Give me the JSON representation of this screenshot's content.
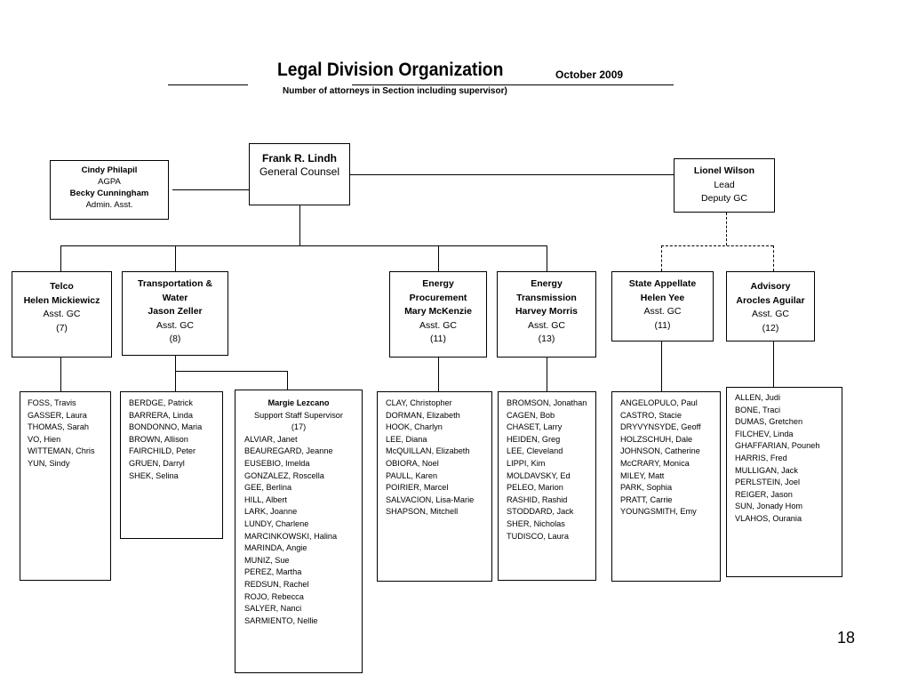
{
  "header": {
    "title": "Legal Division Organization",
    "date": "October 2009",
    "subtitle": "Number of attorneys in Section including supervisor)"
  },
  "top": {
    "general_counsel": {
      "name": "Frank R. Lindh",
      "role": "General Counsel"
    },
    "admin": {
      "name1": "Cindy Philapil",
      "role1": "AGPA",
      "name2": "Becky Cunningham",
      "role2": "Admin. Asst."
    },
    "deputy": {
      "name": "Lionel Wilson",
      "role1": "Lead",
      "role2": "Deputy GC"
    }
  },
  "sections": {
    "telco": {
      "name": "Telco",
      "head": "Helen Mickiewicz",
      "role": "Asst. GC",
      "count": "(7)"
    },
    "transport": {
      "name1": "Transportation &",
      "name2": "Water",
      "head": "Jason Zeller",
      "role": "Asst. GC",
      "count": "(8)"
    },
    "procurement": {
      "name1": "Energy",
      "name2": "Procurement",
      "head": "Mary McKenzie",
      "role": "Asst. GC",
      "count": "(11)"
    },
    "transmission": {
      "name1": "Energy",
      "name2": "Transmission",
      "head": "Harvey Morris",
      "role": "Asst. GC",
      "count": "(13)"
    },
    "appellate": {
      "name": "State Appellate",
      "head": "Helen Yee",
      "role": "Asst. GC",
      "count": "(11)"
    },
    "advisory": {
      "name": "Advisory",
      "head": "Arocles Aguilar",
      "role": "Asst. GC",
      "count": "(12)"
    }
  },
  "support": {
    "name": "Margie Lezcano",
    "role": "Support Staff Supervisor",
    "count": "(17)"
  },
  "lists": {
    "telco": [
      "FOSS, Travis",
      "GASSER, Laura",
      "THOMAS, Sarah",
      "VO, Hien",
      "WITTEMAN, Chris",
      "YUN, Sindy"
    ],
    "transport": [
      "BERDGE, Patrick",
      "BARRERA, Linda",
      "BONDONNO, Maria",
      "BROWN, Allison",
      "FAIRCHILD, Peter",
      "GRUEN, Darryl",
      "SHEK, Selina"
    ],
    "support": [
      "ALVIAR, Janet",
      "BEAUREGARD, Jeanne",
      "EUSEBIO, Imelda",
      "GONZALEZ, Roscella",
      "GEE, Berlina",
      "HILL, Albert",
      "LARK, Joanne",
      "LUNDY, Charlene",
      "MARCINKOWSKI, Halina",
      "MARINDA, Angie",
      "MUNIZ, Sue",
      "PEREZ, Martha",
      "REDSUN, Rachel",
      "ROJO, Rebecca",
      "SALYER, Nanci",
      "SARMIENTO, Nellie"
    ],
    "procurement": [
      "CLAY, Christopher",
      "DORMAN, Elizabeth",
      "HOOK, Charlyn",
      "LEE, Diana",
      "McQUILLAN, Elizabeth",
      "OBIORA, Noel",
      "PAULL, Karen",
      "POIRIER, Marcel",
      "SALVACION, Lisa-Marie",
      "SHAPSON, Mitchell"
    ],
    "transmission": [
      "BROMSON, Jonathan",
      "CAGEN, Bob",
      "CHASET, Larry",
      "HEIDEN, Greg",
      "LEE, Cleveland",
      "LIPPI, Kim",
      "MOLDAVSKY, Ed",
      "PELEO, Marion",
      "RASHID, Rashid",
      "STODDARD, Jack",
      "SHER, Nicholas",
      "TUDISCO, Laura"
    ],
    "appellate": [
      "ANGELOPULO, Paul",
      "CASTRO, Stacie",
      "DRYVYNSYDE, Geoff",
      "HOLZSCHUH, Dale",
      "JOHNSON, Catherine",
      "McCRARY, Monica",
      "MILEY, Matt",
      "PARK, Sophia",
      "PRATT, Carrie",
      "YOUNGSMITH, Emy"
    ],
    "advisory": [
      "ALLEN, Judi",
      "BONE, Traci",
      "DUMAS, Gretchen",
      "FILCHEV, Linda",
      "GHAFFARIAN, Pouneh",
      "HARRIS, Fred",
      "MULLIGAN, Jack",
      "PERLSTEIN, Joel",
      "REIGER, Jason",
      "SUN, Jonady Hom",
      "VLAHOS, Ourania"
    ]
  },
  "page_number": "18"
}
